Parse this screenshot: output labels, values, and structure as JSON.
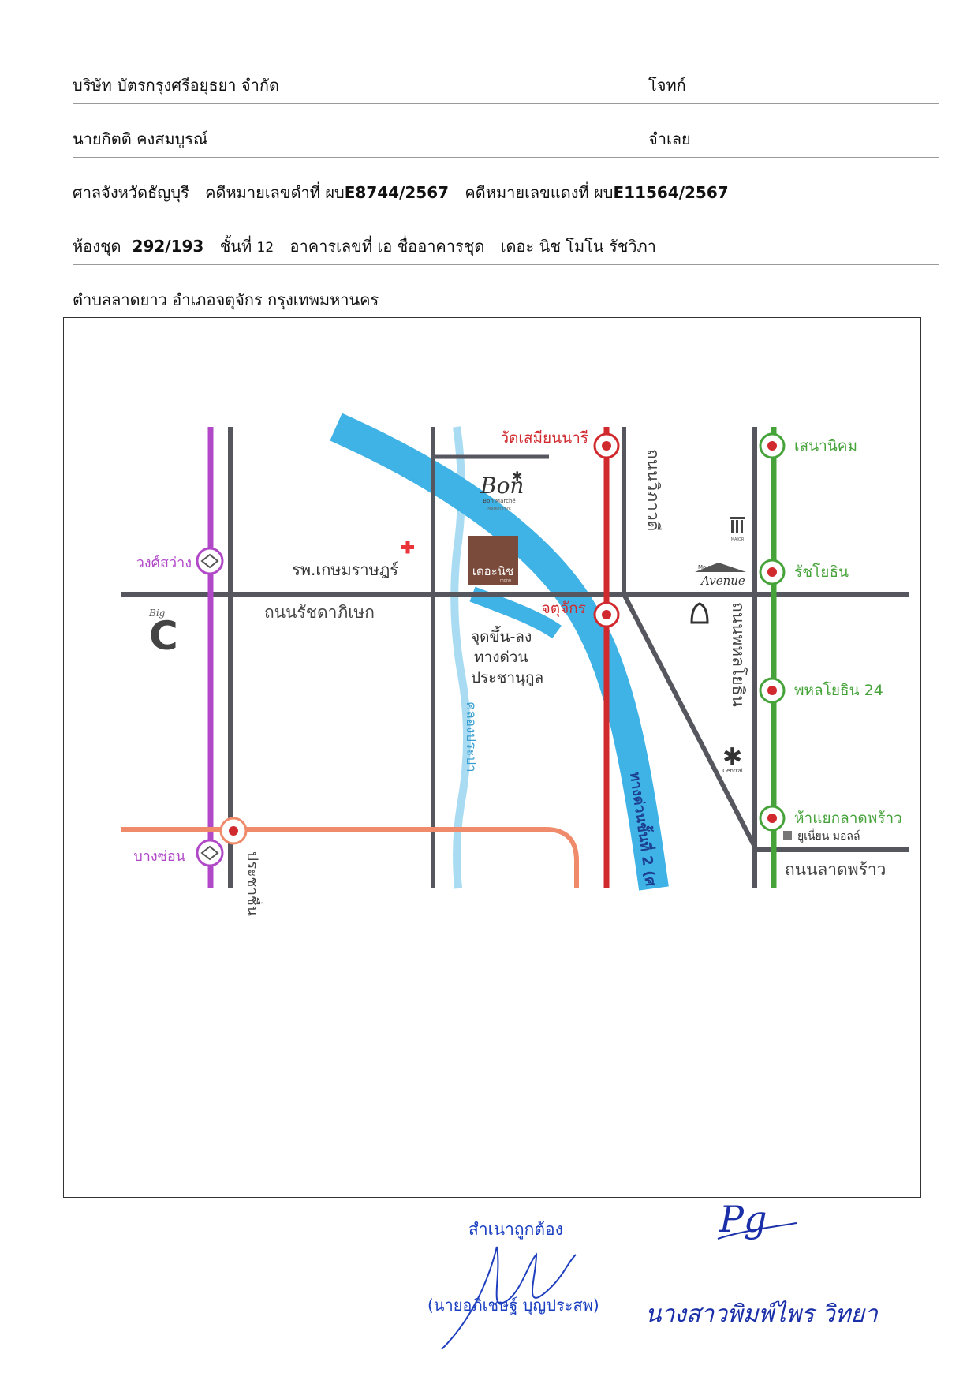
{
  "header": {
    "row1": {
      "left": "บริษัท บัตรกรุงศรีอยุธยา   จำกัด",
      "right": "โจทก์"
    },
    "row2": {
      "left": "นายกิตติ  คงสมบูรณ์",
      "right": "จำเลย"
    },
    "row3": {
      "court": "ศาลจังหวัดธัญบุรี",
      "black_case_label": "คดีหมายเลขดำที่  ผบ",
      "black_case_no": "E8744/2567",
      "red_case_label": "คดีหมายเลขแดงที่  ผบ",
      "red_case_no": "E11564/2567"
    },
    "row4": {
      "unit_label": "ห้องชุด",
      "unit_no": "292/193",
      "floor_label": "ชั้นที่",
      "floor_no": "12",
      "building_label": "อาคารเลขที่ เอ  ชื่ออาคารชุด",
      "building_name": "เดอะ นิช โมโน รัชวิภา"
    },
    "row5": {
      "location": "ตำบลลาดยาว   อำเภอจตุจักร   กรุงเทพมหานคร"
    }
  },
  "map": {
    "stations": {
      "wat_samian": "วัดเสมียนนารี",
      "chatuchak": "จตุจักร",
      "sena_nikhom": "เสนานิคม",
      "ratchayothin": "รัชโยธิน",
      "phahon24": "พหลโยธิน 24",
      "ha_yaek": "ห้าแยกลาดพร้าว",
      "wong_sawang": "วงศ์สว่าง",
      "bang_son": "บางซ่อน"
    },
    "roads": {
      "ratchadaphisek": "ถนนรัชดาภิเษก",
      "wiphawadi": "ถนนวิภาวดี",
      "phahonyothin": "ถนนพหลโยธิน",
      "lat_phrao": "ถนนลาดพร้าว",
      "prachachuen": "ประชาชื่น",
      "expressway": "ทางด่วนขั้นที่ 2 (ศ",
      "canal": "คลองประปา"
    },
    "places": {
      "hospital": "รพ.เกษมราษฎร์",
      "project": "เดอะนิช",
      "project_sub": "mono",
      "bon_logo": "Bon",
      "bon_sub": "Bon Marché",
      "bon_sub2": "Market Park",
      "ramp1": "จุดขึ้น-ลง",
      "ramp2": "ทางด่วน",
      "ramp3": "ประชานุกูล",
      "avenue": "Avenue",
      "avenue_top": "Major",
      "big_c_top": "Big",
      "big_c": "C",
      "central": "Central",
      "major_m": "MAJOR",
      "union_mall": "ยูเนี่ยน มอลล์"
    },
    "colors": {
      "gray_road": "#55565e",
      "red_line": "#d02a2e",
      "green_line": "#46a33a",
      "purple_line": "#b048c8",
      "orange_line": "#ef8a6a",
      "expressway_blue": "#3fb2e6",
      "canal_blue": "#a9dcf2",
      "project_brown": "#7a4a3a"
    }
  },
  "footer": {
    "certified": "สำเนาถูกต้อง",
    "certifier": "(นายอภิเชษฐ์  บุญประสพ)",
    "initials": "Pg",
    "signature2": "นางสาวพิมพ์ไพร  วิทยา"
  }
}
